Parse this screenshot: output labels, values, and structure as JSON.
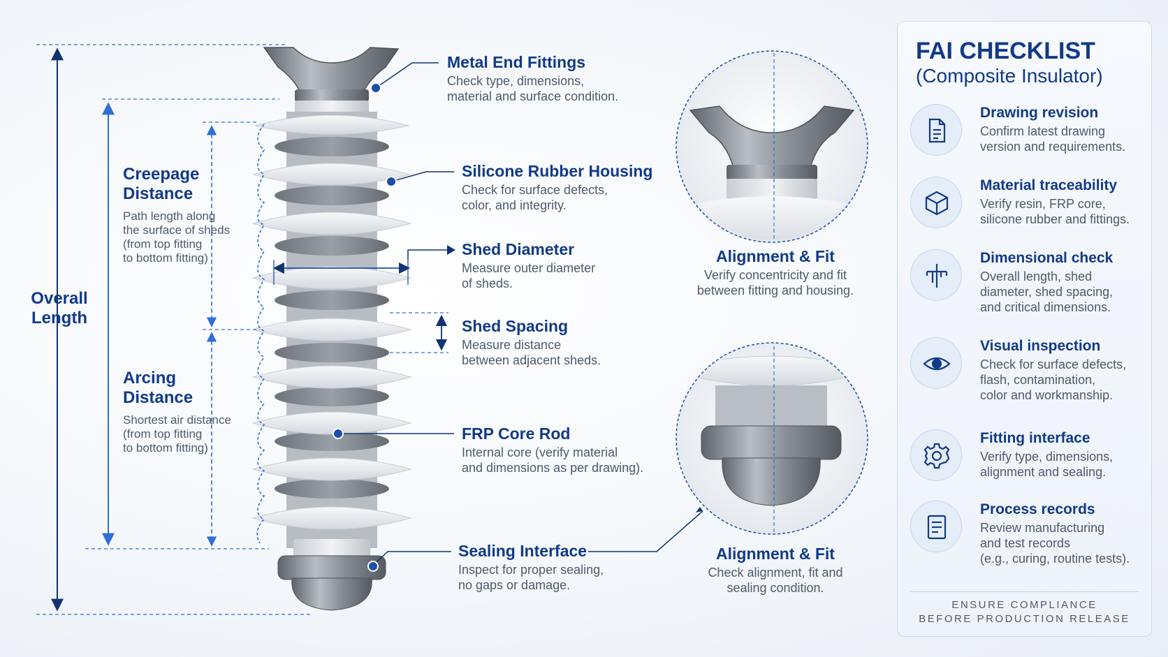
{
  "dimensions": {
    "overall_length": "Overall\nLength",
    "creepage": {
      "title": "Creepage\nDistance",
      "desc": "Path length along\nthe surface of sheds\n(from top fitting\nto bottom fitting)"
    },
    "arcing": {
      "title": "Arcing\nDistance",
      "desc": "Shortest air distance\n(from top fitting\nto bottom fitting)"
    }
  },
  "callouts": [
    {
      "title": "Metal End Fittings",
      "desc": "Check type, dimensions,\nmaterial and surface condition."
    },
    {
      "title": "Silicone Rubber Housing",
      "desc": "Check for surface defects,\ncolor, and integrity."
    },
    {
      "title": "Shed Diameter",
      "desc": "Measure outer diameter\nof sheds."
    },
    {
      "title": "Shed Spacing",
      "desc": "Measure distance\nbetween adjacent sheds."
    },
    {
      "title": "FRP Core Rod",
      "desc": "Internal core (verify material\nand dimensions as per drawing)."
    },
    {
      "title": "Sealing Interface",
      "desc": "Inspect for proper sealing,\nno gaps or damage."
    }
  ],
  "details": [
    {
      "title": "Alignment & Fit",
      "desc": "Verify concentricity and fit\nbetween fitting and housing."
    },
    {
      "title": "Alignment & Fit",
      "desc": "Check alignment, fit and\nsealing condition."
    }
  ],
  "checklist": {
    "title": "FAI CHECKLIST",
    "subtitle": "(Composite Insulator)",
    "items": [
      {
        "icon": "document-icon",
        "title": "Drawing revision",
        "desc": "Confirm latest drawing\nversion and requirements."
      },
      {
        "icon": "cube-icon",
        "title": "Material traceability",
        "desc": "Verify resin, FRP core,\nsilicone rubber and fittings."
      },
      {
        "icon": "caliper-icon",
        "title": "Dimensional check",
        "desc": "Overall length, shed\ndiameter, shed spacing,\nand critical dimensions."
      },
      {
        "icon": "eye-icon",
        "title": "Visual inspection",
        "desc": "Check for surface defects,\nflash, contamination,\ncolor and workmanship."
      },
      {
        "icon": "gear-icon",
        "title": "Fitting interface",
        "desc": "Verify type, dimensions,\nalignment and sealing."
      },
      {
        "icon": "records-icon",
        "title": "Process records",
        "desc": "Review manufacturing\nand test records\n(e.g., curing, routine tests)."
      }
    ],
    "footer": "ENSURE COMPLIANCE\nBEFORE PRODUCTION RELEASE"
  },
  "colors": {
    "accent": "#123a86",
    "line": "#2f6fd6",
    "text": "#4e5a6b",
    "shed": "#e4e8ee",
    "metal": "#8f969e"
  }
}
